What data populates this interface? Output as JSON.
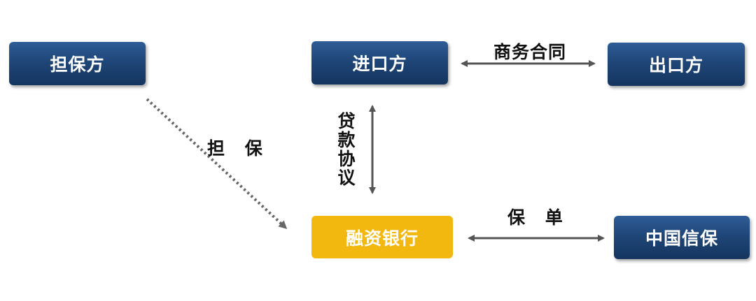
{
  "nodes": {
    "guarantor": "担保方",
    "importer": "进口方",
    "exporter": "出口方",
    "bank": "融资银行",
    "sinosure": "中国信保"
  },
  "edges": {
    "contract": "商务合同",
    "guarantee": "担 保",
    "loan": "贷款协议",
    "policy": "保 单"
  },
  "colors": {
    "node_blue": "#1f4678",
    "bank_yellow": "#f3b80f",
    "arrow_gray": "#555555",
    "dotted_gray": "#666666"
  }
}
